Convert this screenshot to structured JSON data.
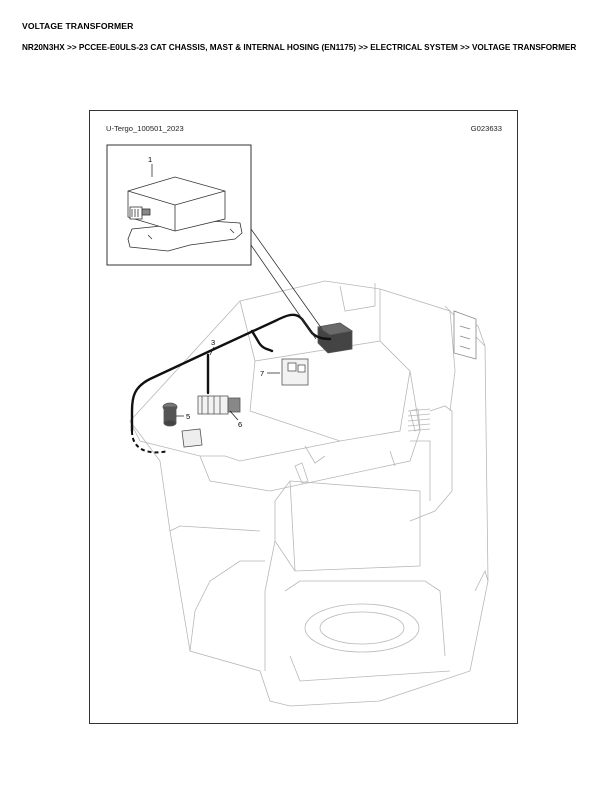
{
  "title": "VOLTAGE TRANSFORMER",
  "breadcrumb": "NR20N3HX >> PCCEE-E0ULS-23 CAT CHASSIS, MAST & INTERNAL HOSING (EN1175) >> ELECTRICAL SYSTEM >> VOLTAGE TRANSFORMER",
  "figure": {
    "id_left": "U-Tergo_100501_2023",
    "id_right": "G023633",
    "callouts": [
      "1",
      "3",
      "5",
      "6",
      "7"
    ]
  }
}
